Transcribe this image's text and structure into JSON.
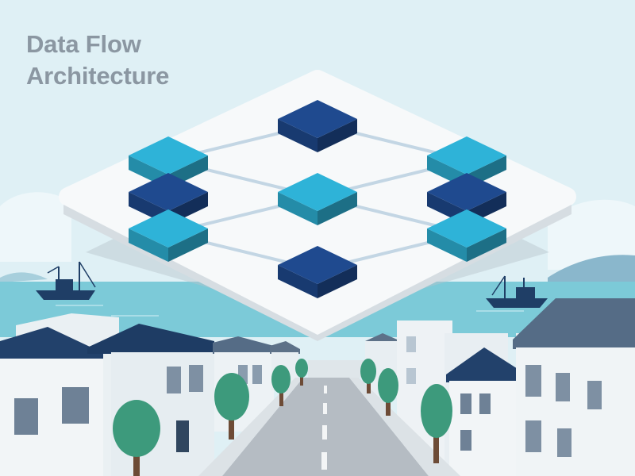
{
  "title": {
    "line1": "Data Flow",
    "line2": "Architecture"
  },
  "diagram": {
    "rows": 5,
    "cols": 3,
    "nodes": [
      {
        "row": 0,
        "col": 1,
        "tier": "core"
      },
      {
        "row": 1,
        "col": 0,
        "tier": "service"
      },
      {
        "row": 1,
        "col": 2,
        "tier": "service"
      },
      {
        "row": 2,
        "col": 0,
        "tier": "core"
      },
      {
        "row": 2,
        "col": 1,
        "tier": "service"
      },
      {
        "row": 2,
        "col": 2,
        "tier": "core"
      },
      {
        "row": 3,
        "col": 0,
        "tier": "service"
      },
      {
        "row": 3,
        "col": 2,
        "tier": "service"
      },
      {
        "row": 4,
        "col": 1,
        "tier": "core"
      }
    ],
    "connections": [
      [
        0,
        1
      ],
      [
        0,
        2
      ],
      [
        1,
        3
      ],
      [
        1,
        4
      ],
      [
        2,
        4
      ],
      [
        2,
        5
      ],
      [
        3,
        6
      ],
      [
        4,
        6
      ],
      [
        4,
        7
      ],
      [
        5,
        7
      ],
      [
        6,
        8
      ],
      [
        7,
        8
      ]
    ]
  },
  "colors": {
    "sky": "#dff0f5",
    "sea": "#7ccad8",
    "platform": "#f7f9fa",
    "core_node": "#1f4a8f",
    "service_node": "#2eb3d8",
    "connector": "#c3d6e4",
    "tree": "#3d9a7c",
    "road": "#b5bcc3",
    "roof": "#22416b",
    "wall": "#f2f5f7"
  }
}
